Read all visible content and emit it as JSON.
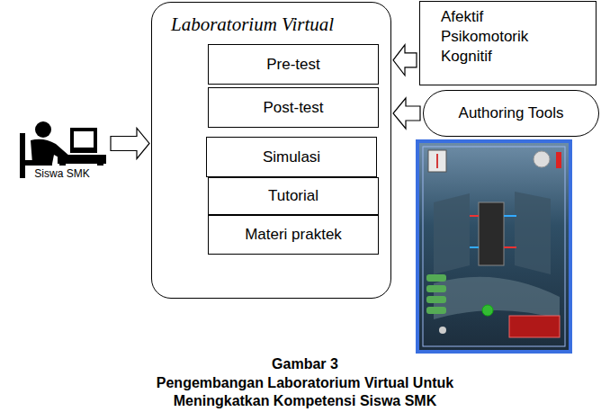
{
  "diagram": {
    "caption": "Pengembangan Laboratorium Virtual Untuk Meningkatkan Kompetensi Siswa SMK",
    "nodes": [
      {
        "text": [
          "Laboratorium Virtual"
        ]
      },
      {
        "text": [
          "Pre-test"
        ],
        "in": 0
      },
      {
        "text": [
          "Post-test"
        ],
        "in": 0
      },
      {
        "text": [
          "Simulasi"
        ],
        "in": 0
      },
      {
        "text": [
          "Tutorial"
        ],
        "in": 0
      },
      {
        "text": [
          "Materi praktek"
        ],
        "in": 0
      },
      {
        "text": [
          "Kognitif",
          "Afektif",
          "Psikomotorik"
        ]
      },
      {
        "text": [
          "Authoring Tools"
        ]
      },
      {
        "text": [
          "Siswa SMK"
        ]
      }
    ],
    "edges": [
      {
        "from": 8,
        "to": 0,
        "arrow": "to"
      },
      {
        "from": 6,
        "to": 0,
        "arrow": "to"
      },
      {
        "from": 7,
        "to": 0,
        "arrow": "to"
      }
    ],
    "labels": [
      "Gambar 3"
    ]
  }
}
